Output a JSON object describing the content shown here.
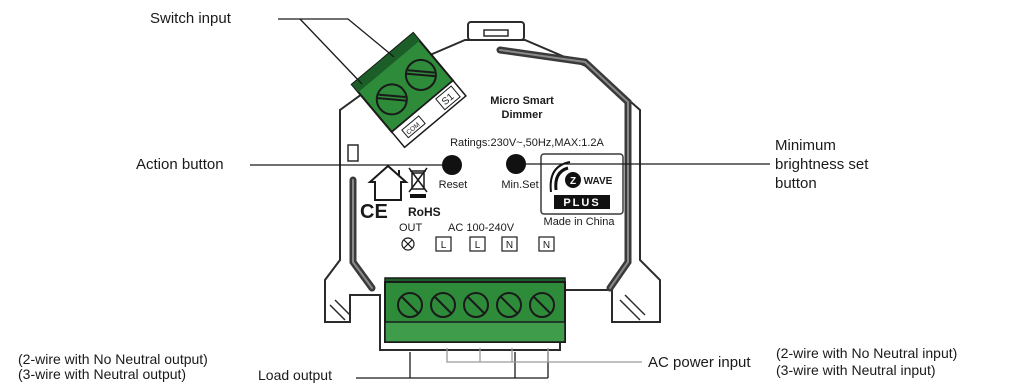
{
  "callouts": {
    "switch_input": "Switch input",
    "action_button": "Action button",
    "min_brightness_line1": "Minimum",
    "min_brightness_line2": "brightness set",
    "min_brightness_line3": "button",
    "load_note_1": "(2-wire with No Neutral output)",
    "load_note_2": "(3-wire with Neutral output)",
    "load_output": "Load output",
    "ac_power_input": "AC power input",
    "ac_note_1": "(2-wire with No Neutral input)",
    "ac_note_2": "(3-wire with Neutral input)"
  },
  "device": {
    "title_line1": "Micro Smart",
    "title_line2": "Dimmer",
    "ratings": "Ratings:230V~,50Hz,MAX:1.2A",
    "reset_label": "Reset",
    "minset_label": "Min.Set",
    "made_in": "Made in China",
    "rohs": "RoHS",
    "ce": "CE",
    "out_label": "OUT",
    "ac_range": "AC 100-240V",
    "terminal_s1": "S1",
    "terminal_com": "COM",
    "terminals": [
      "L",
      "L",
      "N",
      "N"
    ]
  },
  "badge": {
    "brand": "WAVE",
    "logo_letter": "Z",
    "plus": "PLUS"
  },
  "colors": {
    "terminal_green": "#2e8b3a",
    "terminal_dark": "#1c5e27",
    "outline": "#2b2b2b",
    "body_fill": "#ffffff",
    "inner_ring": "#3a3a3a",
    "leader_gray": "#9a9a9a"
  }
}
